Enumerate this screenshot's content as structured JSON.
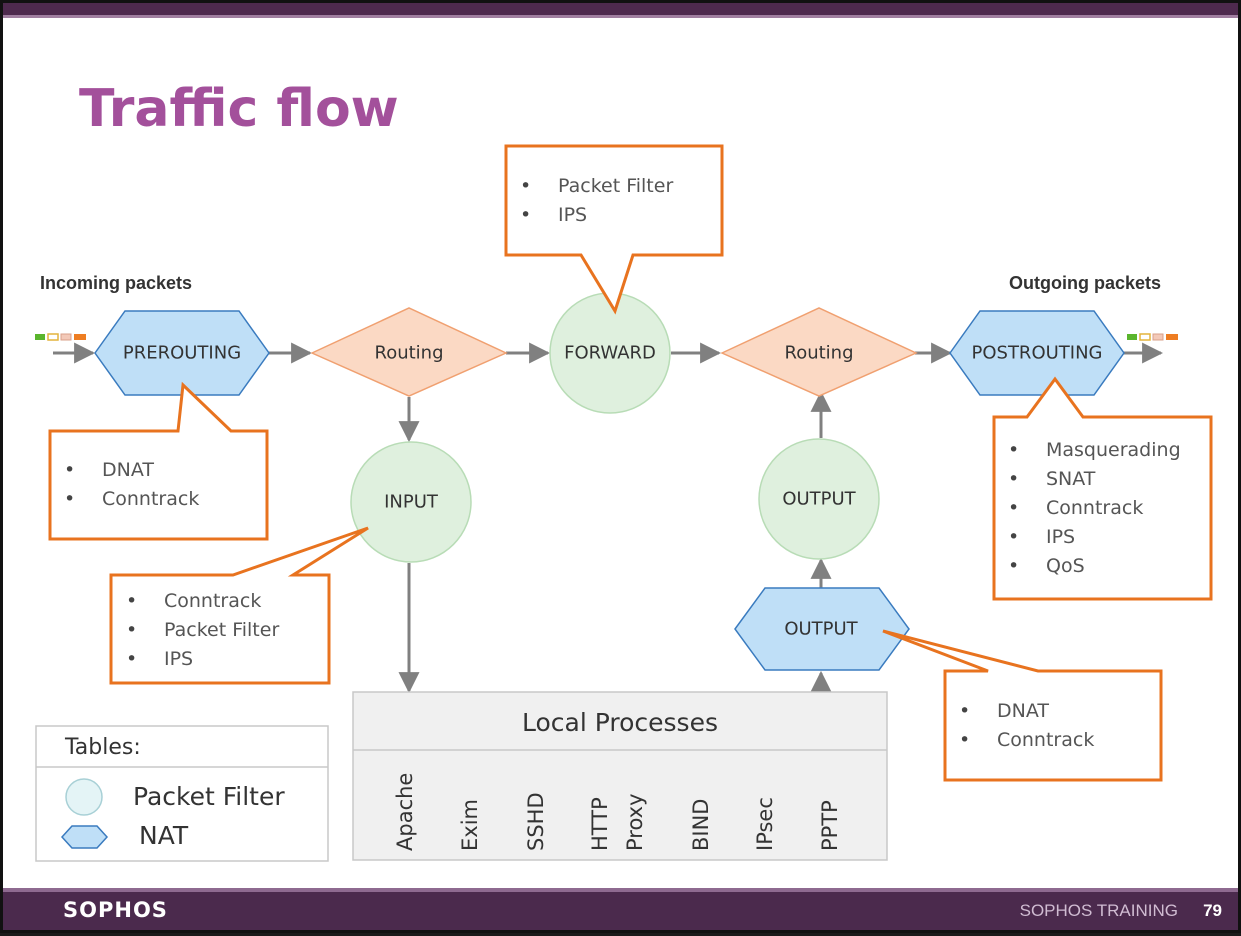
{
  "slide": {
    "title": "Traffic flow",
    "incoming_label": "Incoming packets",
    "outgoing_label": "Outgoing packets"
  },
  "nodes": {
    "prerouting": "PREROUTING",
    "routing_left": "Routing",
    "forward": "FORWARD",
    "routing_right": "Routing",
    "postrouting": "POSTROUTING",
    "input": "INPUT",
    "output_filter": "OUTPUT",
    "output_nat": "OUTPUT"
  },
  "callouts": {
    "forward": [
      "Packet Filter",
      "IPS"
    ],
    "prerouting": [
      "DNAT",
      "Conntrack"
    ],
    "input": [
      "Conntrack",
      "Packet Filter",
      "IPS"
    ],
    "postrouting": [
      "Masquerading",
      "SNAT",
      "Conntrack",
      "IPS",
      "QoS"
    ],
    "output_nat": [
      "DNAT",
      "Conntrack"
    ]
  },
  "local_processes": {
    "title": "Local Processes",
    "items": [
      "Apache",
      "Exim",
      "SSHD",
      "HTTP",
      "Proxy",
      "BIND",
      "IPsec",
      "PPTP"
    ]
  },
  "legend": {
    "title": "Tables:",
    "packet_filter": "Packet Filter",
    "nat": "NAT"
  },
  "footer": {
    "logo": "SOPHOS",
    "text": "SOPHOS TRAINING",
    "page": "79"
  },
  "colors": {
    "accent": "#a3509b",
    "callout_border": "#e8731f",
    "nat_fill": "#bfdff7",
    "nat_stroke": "#3a7bbf",
    "filter_fill": "#dff0de",
    "routing_fill": "#fbd9c4",
    "footer": "#4b2a4d"
  }
}
